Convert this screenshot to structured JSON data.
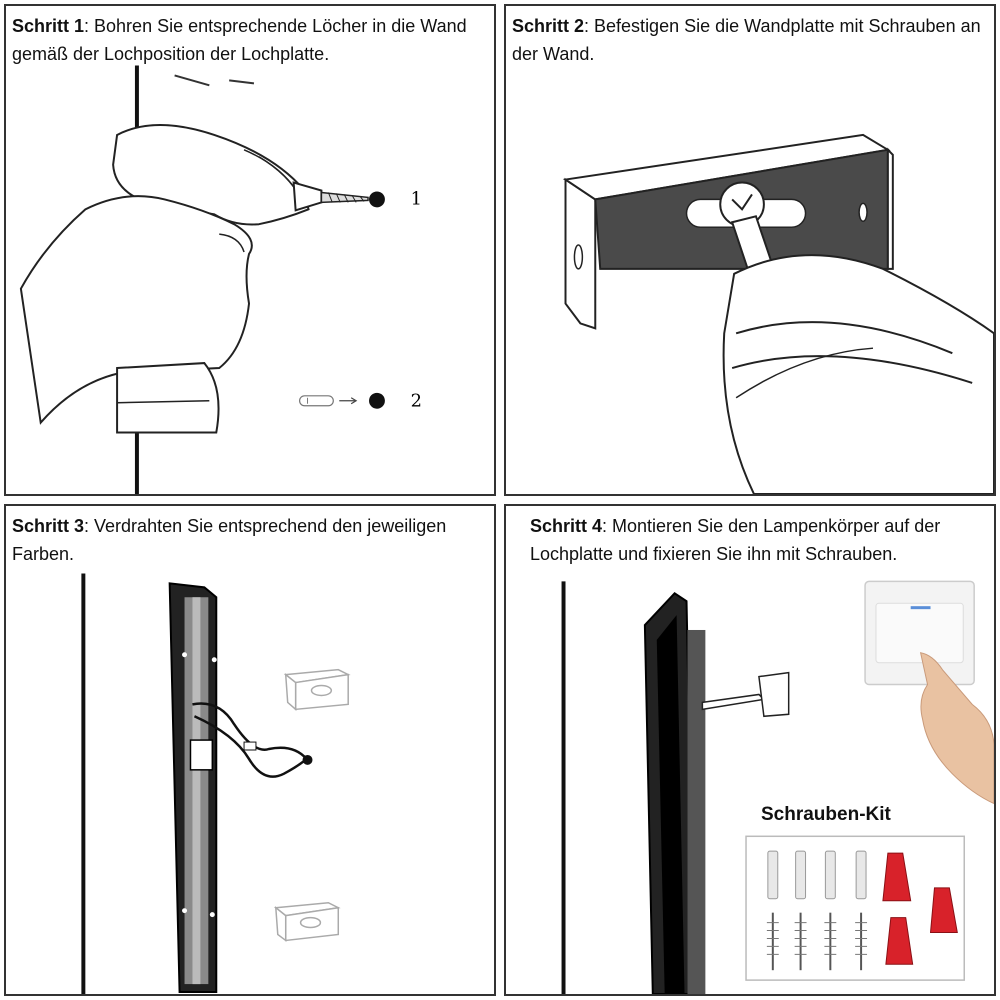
{
  "steps": [
    {
      "label": "Schritt 1",
      "text": ": Bohren Sie entsprechende Löcher in die Wand gemäß der Lochposition der Lochplatte."
    },
    {
      "label": "Schritt 2",
      "text": ": Befestigen Sie die Wandplatte mit Schrauben an der Wand."
    },
    {
      "label": "Schritt 3",
      "text": ": Verdrahten Sie entsprechend den jeweiligen Farben."
    },
    {
      "label": "Schritt 4",
      "text": ": Montieren Sie den Lampenkörper auf der Lochplatte und fixieren Sie ihn mit Schrauben."
    }
  ],
  "step1_markers": [
    "1",
    "2"
  ],
  "kit": {
    "title": "Schrauben-Kit"
  },
  "colors": {
    "wire_nut": "#d8222a",
    "bracket_fill": "#4a4a4a",
    "lamp_body": "#111111"
  }
}
